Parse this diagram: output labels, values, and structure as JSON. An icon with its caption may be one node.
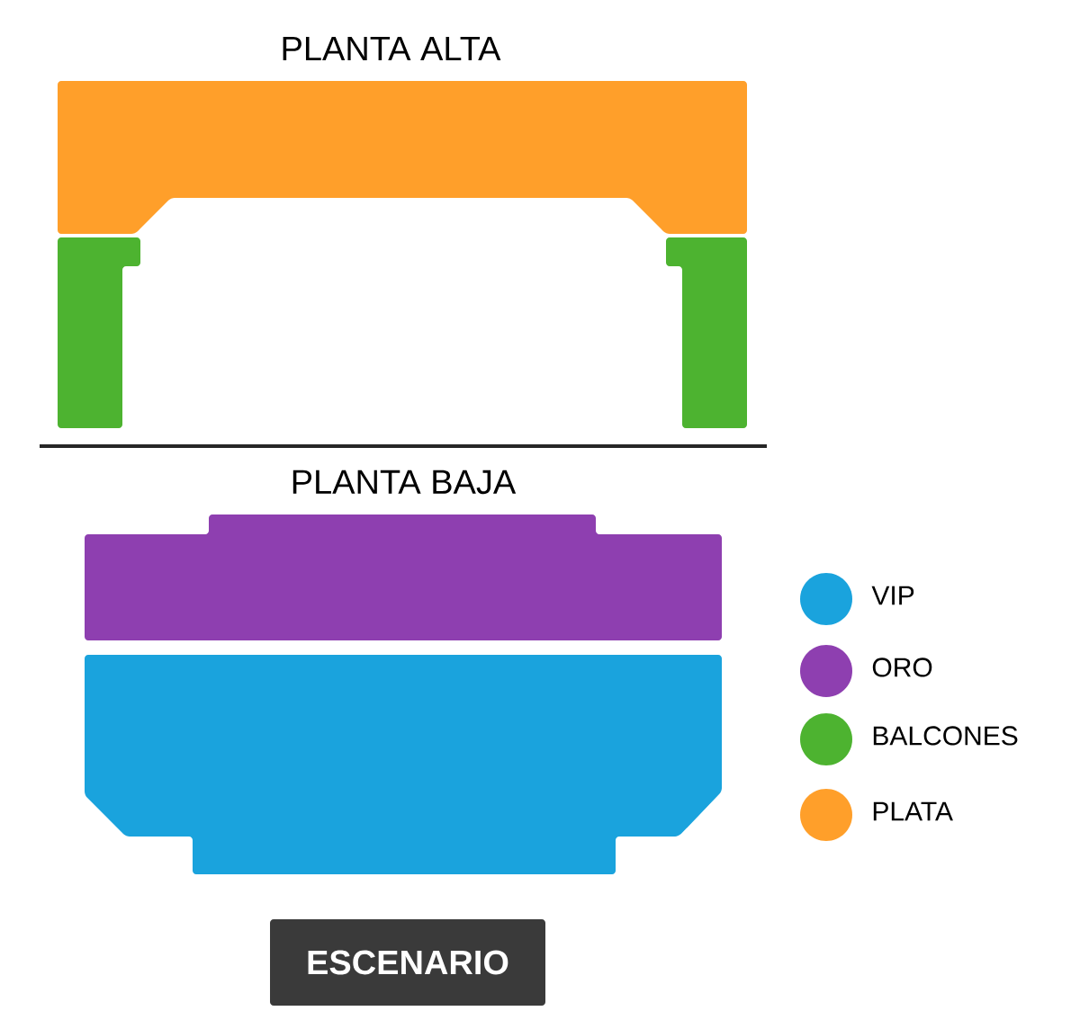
{
  "diagram": {
    "nodes": [
      {
        "text": [],
        "shape": "box"
      },
      {
        "text": [],
        "shape": "box"
      },
      {
        "text": [],
        "shape": "box"
      },
      {
        "text": [],
        "shape": "box"
      },
      {
        "text": [],
        "shape": "box"
      },
      {
        "text": [
          "ESCENARIO"
        ]
      }
    ],
    "labels": [
      "PLANTA ALTA",
      "PLANTA BAJA"
    ],
    "legend": [
      {
        "text": "VIP",
        "color": "#1aa3dd"
      },
      {
        "text": "ORO",
        "color": "#8e3fb0"
      },
      {
        "text": "BALCONES",
        "color": "#4db330"
      },
      {
        "text": "PLATA",
        "color": "#ff9f2a"
      }
    ]
  }
}
